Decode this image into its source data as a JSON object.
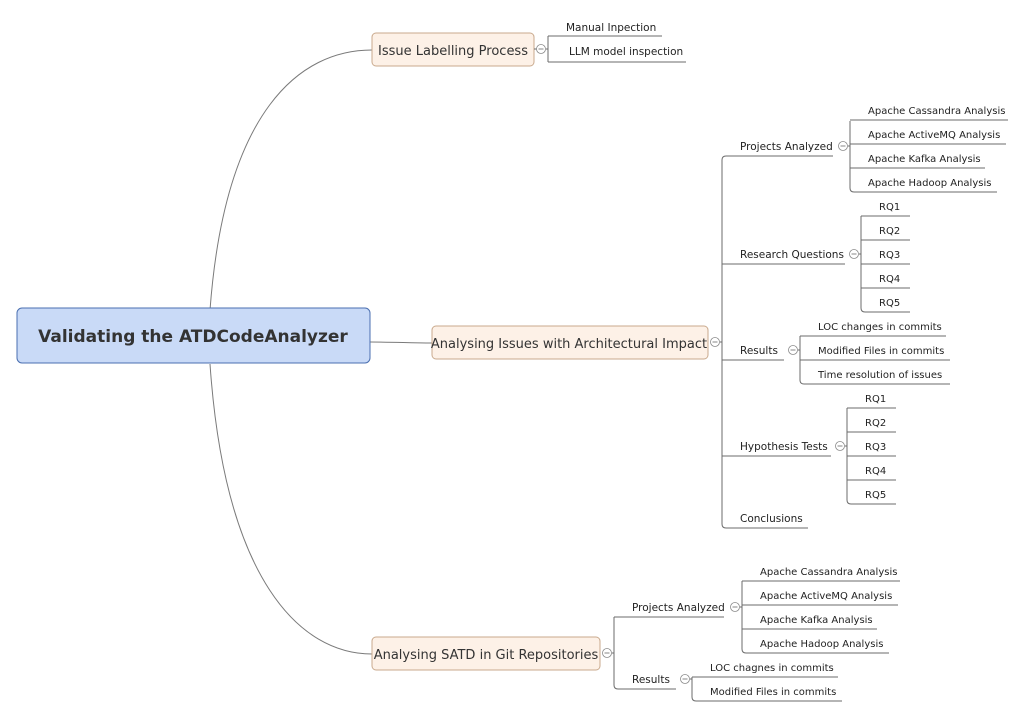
{
  "root": {
    "label": "Validating the ATDCodeAnalyzer"
  },
  "colors": {
    "root_fill": "#c9daf7",
    "root_stroke": "#4a6fb0",
    "branch_fill": "#fdf1e7",
    "branch_stroke": "#c9a98c",
    "line": "#6b6b6b"
  },
  "branches": [
    {
      "label": "Issue Labelling Process",
      "children": [
        {
          "label": "Manual Inpection",
          "children": []
        },
        {
          "label": "LLM model inspection",
          "children": []
        }
      ]
    },
    {
      "label": "Analysing Issues with Architectural Impact",
      "children": [
        {
          "label": "Projects Analyzed",
          "children": [
            "Apache Cassandra Analysis",
            "Apache ActiveMQ Analysis",
            "Apache Kafka Analysis",
            "Apache Hadoop Analysis"
          ]
        },
        {
          "label": "Research Questions",
          "children": [
            "RQ1",
            "RQ2",
            "RQ3",
            "RQ4",
            "RQ5"
          ]
        },
        {
          "label": "Results",
          "children": [
            "LOC changes in commits",
            "Modified Files in commits",
            "Time resolution of issues"
          ]
        },
        {
          "label": "Hypothesis Tests",
          "children": [
            "RQ1",
            "RQ2",
            "RQ3",
            "RQ4",
            "RQ5"
          ]
        },
        {
          "label": "Conclusions",
          "children": []
        }
      ]
    },
    {
      "label": "Analysing SATD in Git Repositories",
      "children": [
        {
          "label": "Projects Analyzed",
          "children": [
            "Apache Cassandra Analysis",
            "Apache ActiveMQ Analysis",
            "Apache Kafka Analysis",
            "Apache Hadoop Analysis"
          ]
        },
        {
          "label": "Results",
          "children": [
            "LOC chagnes in commits",
            "Modified Files in commits"
          ]
        }
      ]
    }
  ]
}
